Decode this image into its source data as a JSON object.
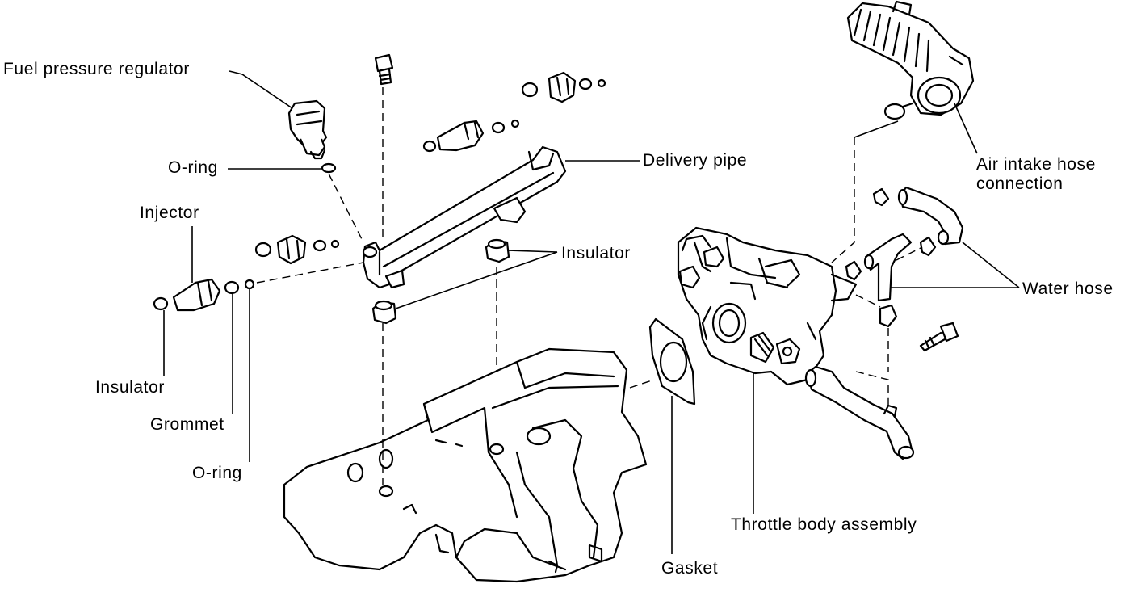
{
  "labels": {
    "fuel_pressure_regulator": "Fuel pressure regulator",
    "o_ring_top": "O-ring",
    "injector": "Injector",
    "insulator_left": "Insulator",
    "grommet": "Grommet",
    "o_ring_bottom": "O-ring",
    "delivery_pipe": "Delivery pipe",
    "insulator_center": "Insulator",
    "air_intake_hose_line1": "Air intake hose",
    "air_intake_hose_line2": "connection",
    "water_hose": "Water hose",
    "throttle_body_assembly": "Throttle body assembly",
    "gasket": "Gasket"
  },
  "colors": {
    "ink": "#000000",
    "paper": "#ffffff"
  }
}
